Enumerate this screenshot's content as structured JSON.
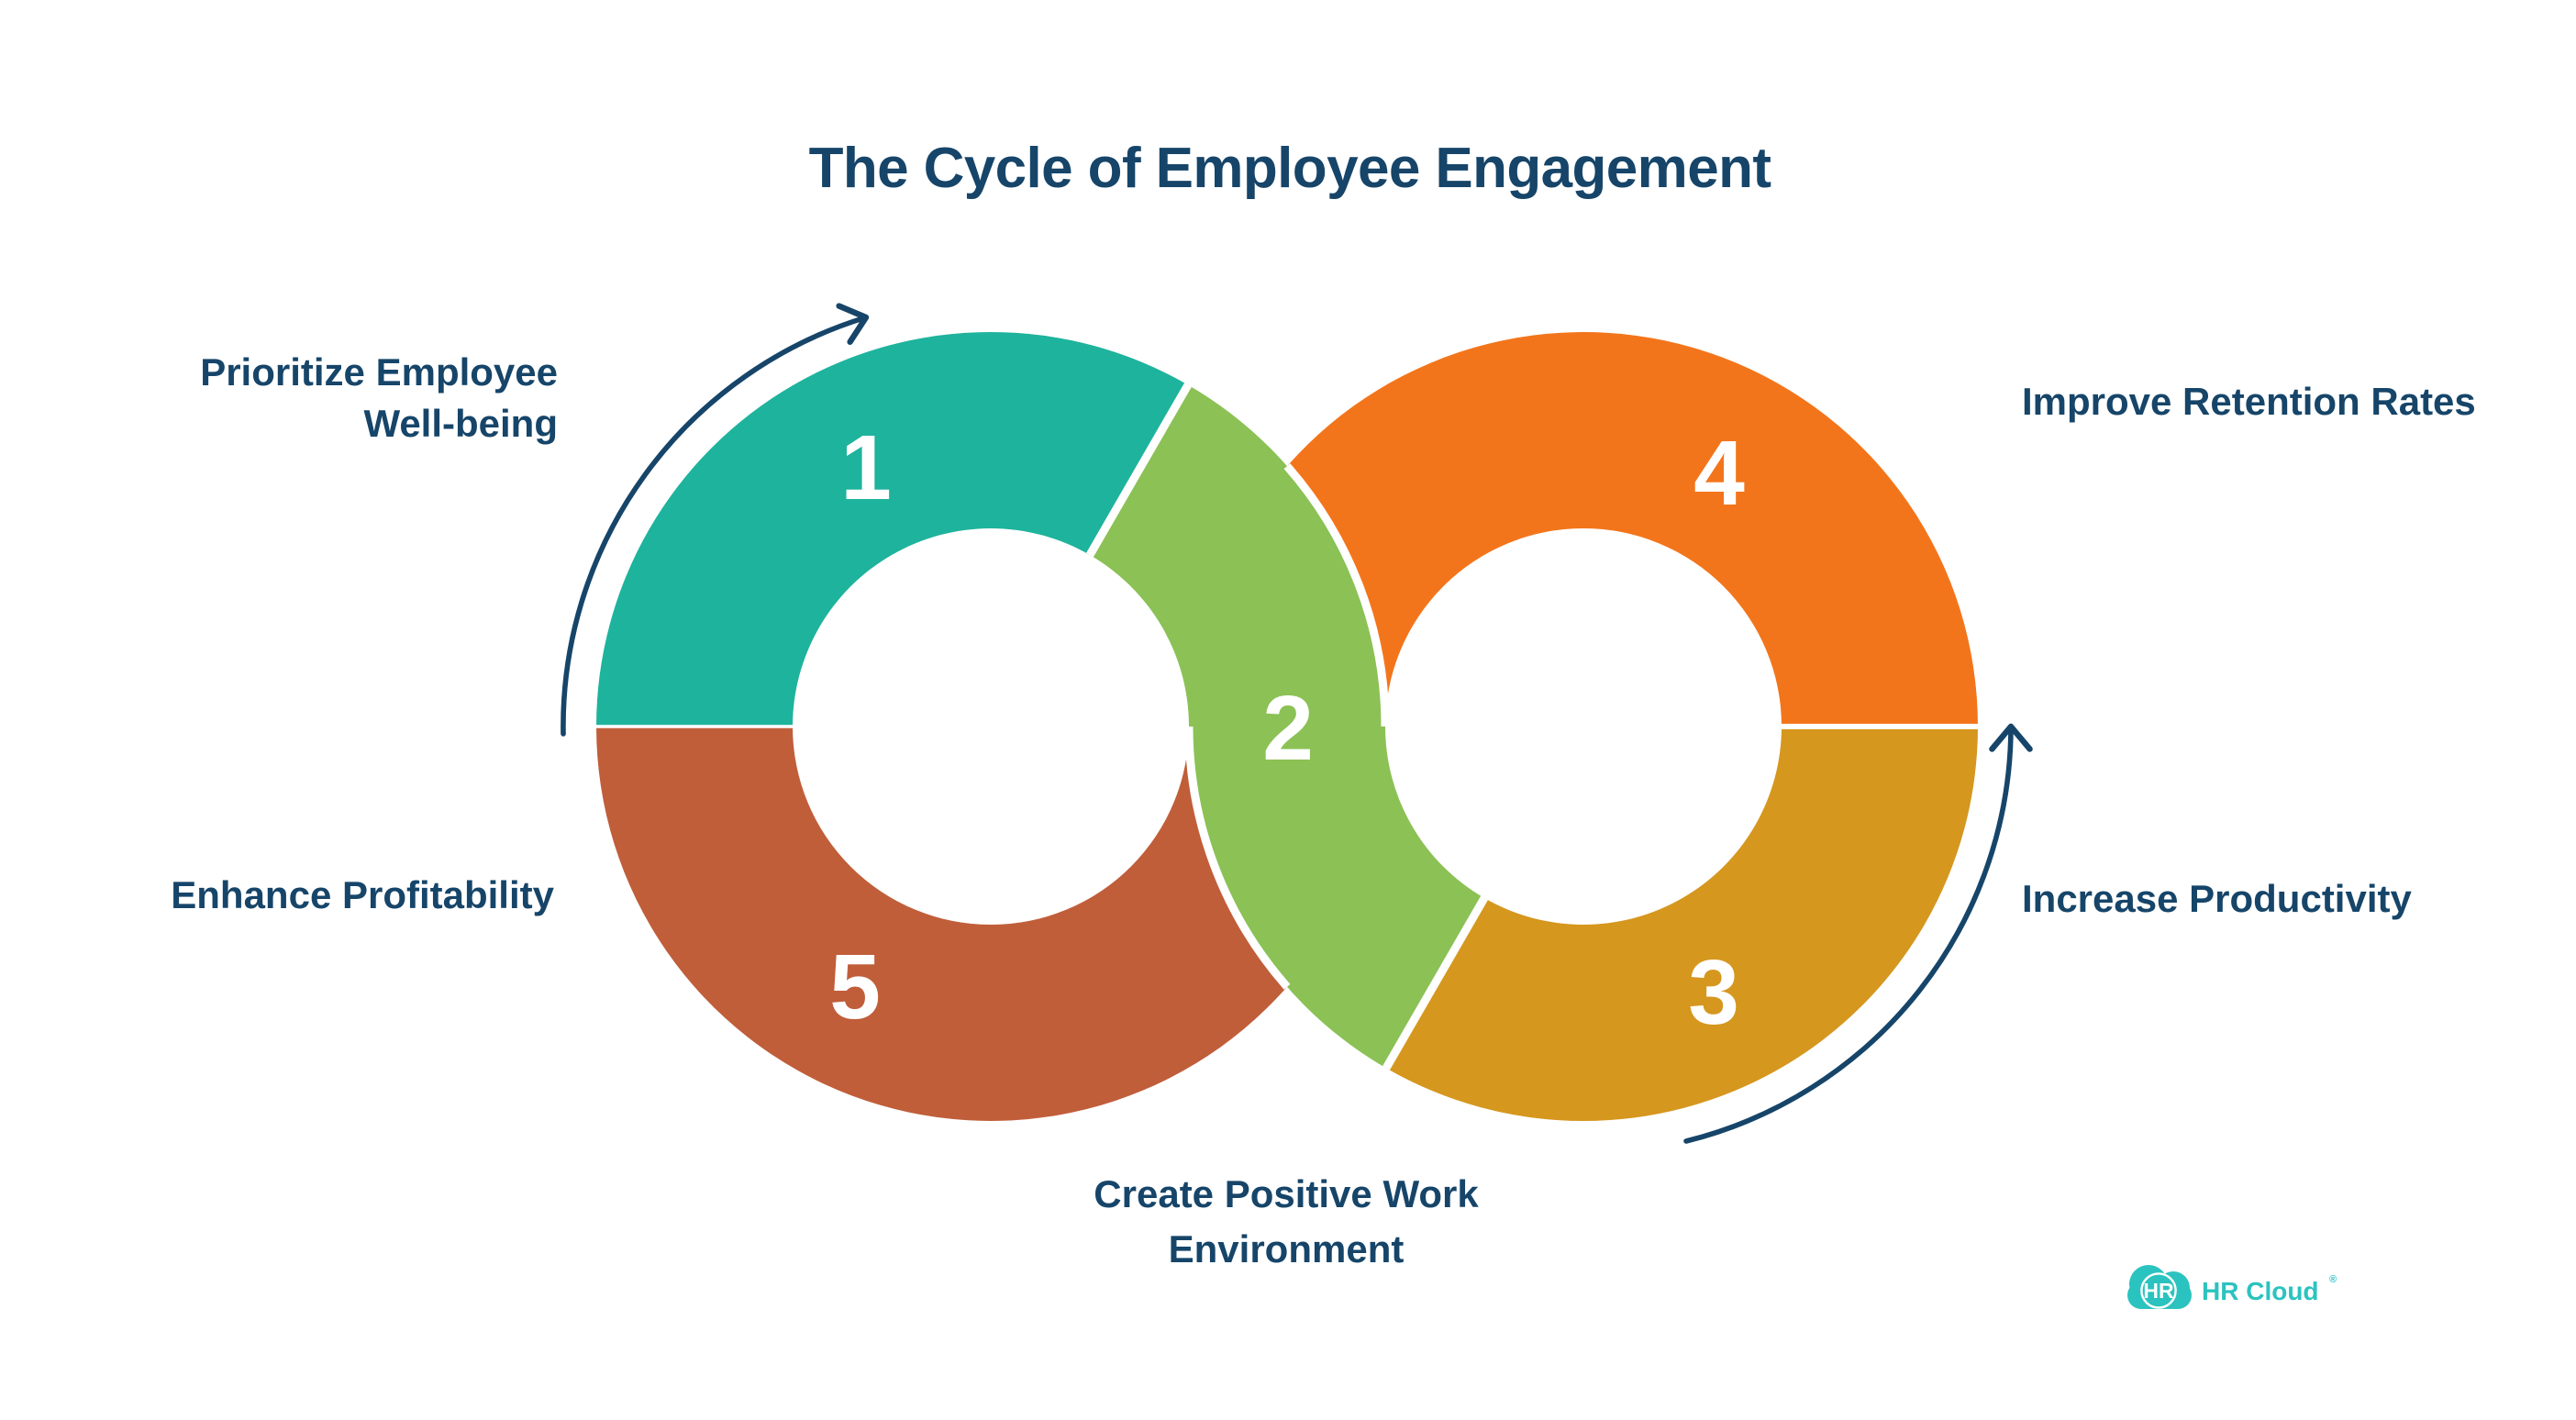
{
  "title": {
    "text": "The Cycle of Employee Engagement"
  },
  "colors": {
    "navy": "#164569",
    "white": "#ffffff",
    "background": "#ffffff",
    "logo_teal": "#2bc3bf"
  },
  "diagram": {
    "type": "infinity-loop-cycle",
    "steps": [
      {
        "number": "1",
        "label_line1": "Prioritize Employee",
        "label_line2": "Well-being",
        "color": "#1eb39c"
      },
      {
        "number": "2",
        "label_line1": "Create Positive Work",
        "label_line2": "Environment",
        "color": "#8bc155"
      },
      {
        "number": "3",
        "label_line1": "Increase Productivity",
        "color": "#d5971e"
      },
      {
        "number": "4",
        "label_line1": "Improve Retention Rates",
        "color": "#f3751b"
      },
      {
        "number": "5",
        "label_line1": "Enhance Profitability",
        "color": "#c05e3a"
      }
    ]
  },
  "logo": {
    "badge": "HR",
    "brand": "HR Cloud",
    "registered": "®"
  }
}
